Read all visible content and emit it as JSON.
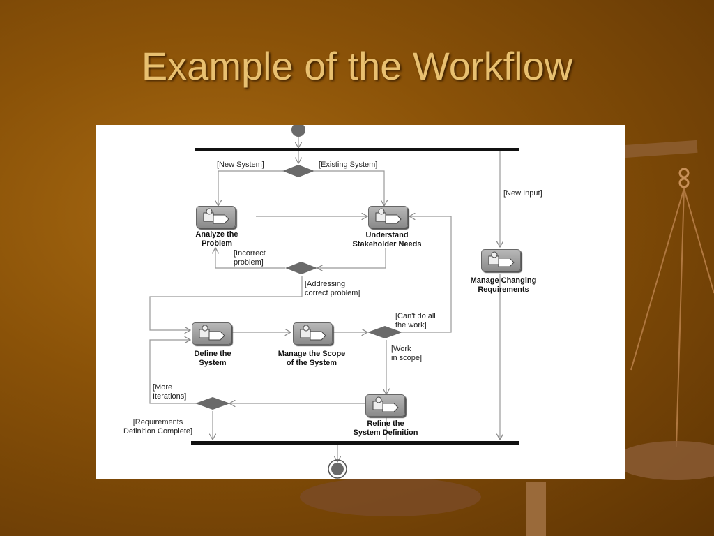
{
  "slide": {
    "title": "Example of the Workflow"
  },
  "activities": {
    "analyze": "Analyze the\nProblem",
    "understand": "Understand\nStakeholder Needs",
    "manage_changing": "Manage Changing\nRequirements",
    "define": "Define the\nSystem",
    "manage_scope": "Manage the Scope\nof the System",
    "refine": "Refine the\nSystem Definition"
  },
  "guards": {
    "new_system": "[New System]",
    "existing_system": "[Existing System]",
    "new_input": "[New Input]",
    "incorrect_problem": "[Incorrect\nproblem]",
    "addressing_correct": "[Addressing\ncorrect problem]",
    "cant_do_all": "[Can't do all\nthe work]",
    "work_in_scope": "[Work\nin scope]",
    "more_iterations": "[More\nIterations]",
    "requirements_complete": "[Requirements\nDefinition Complete]"
  },
  "colors": {
    "background": "#8a5208",
    "title": "#e8c070",
    "panel": "#ffffff",
    "line": "#999999",
    "bar": "#111111",
    "node": "#6a6a6a"
  },
  "icons": {
    "activity": "activity-icon",
    "decoration": "scales-of-justice"
  }
}
